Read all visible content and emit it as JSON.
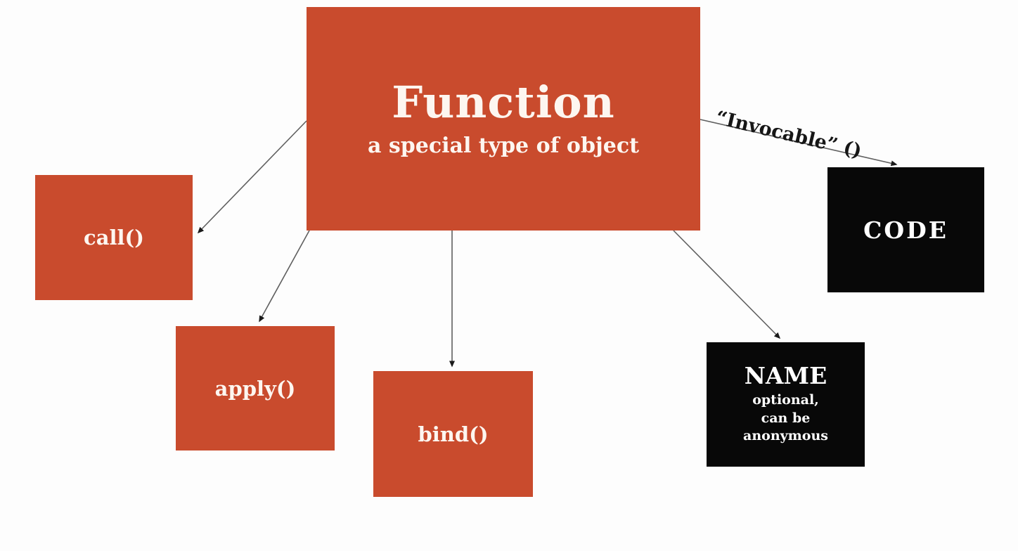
{
  "nodes": {
    "function": {
      "label": "Function",
      "sublabel": "a special type of object"
    },
    "call": {
      "label": "call()"
    },
    "apply": {
      "label": "apply()"
    },
    "bind": {
      "label": "bind()"
    },
    "name": {
      "label": "NAME",
      "sublines": [
        "optional,",
        "can be",
        "anonymous"
      ]
    },
    "code": {
      "label": "CODE"
    }
  },
  "edge_label": "“Invocable”  ()",
  "colors": {
    "orange": "#C94B2D",
    "black": "#080808",
    "box_text": "#FDF6F0",
    "arrow_line": "#5f5f5f",
    "arrow_head": "#1a1a1a"
  }
}
